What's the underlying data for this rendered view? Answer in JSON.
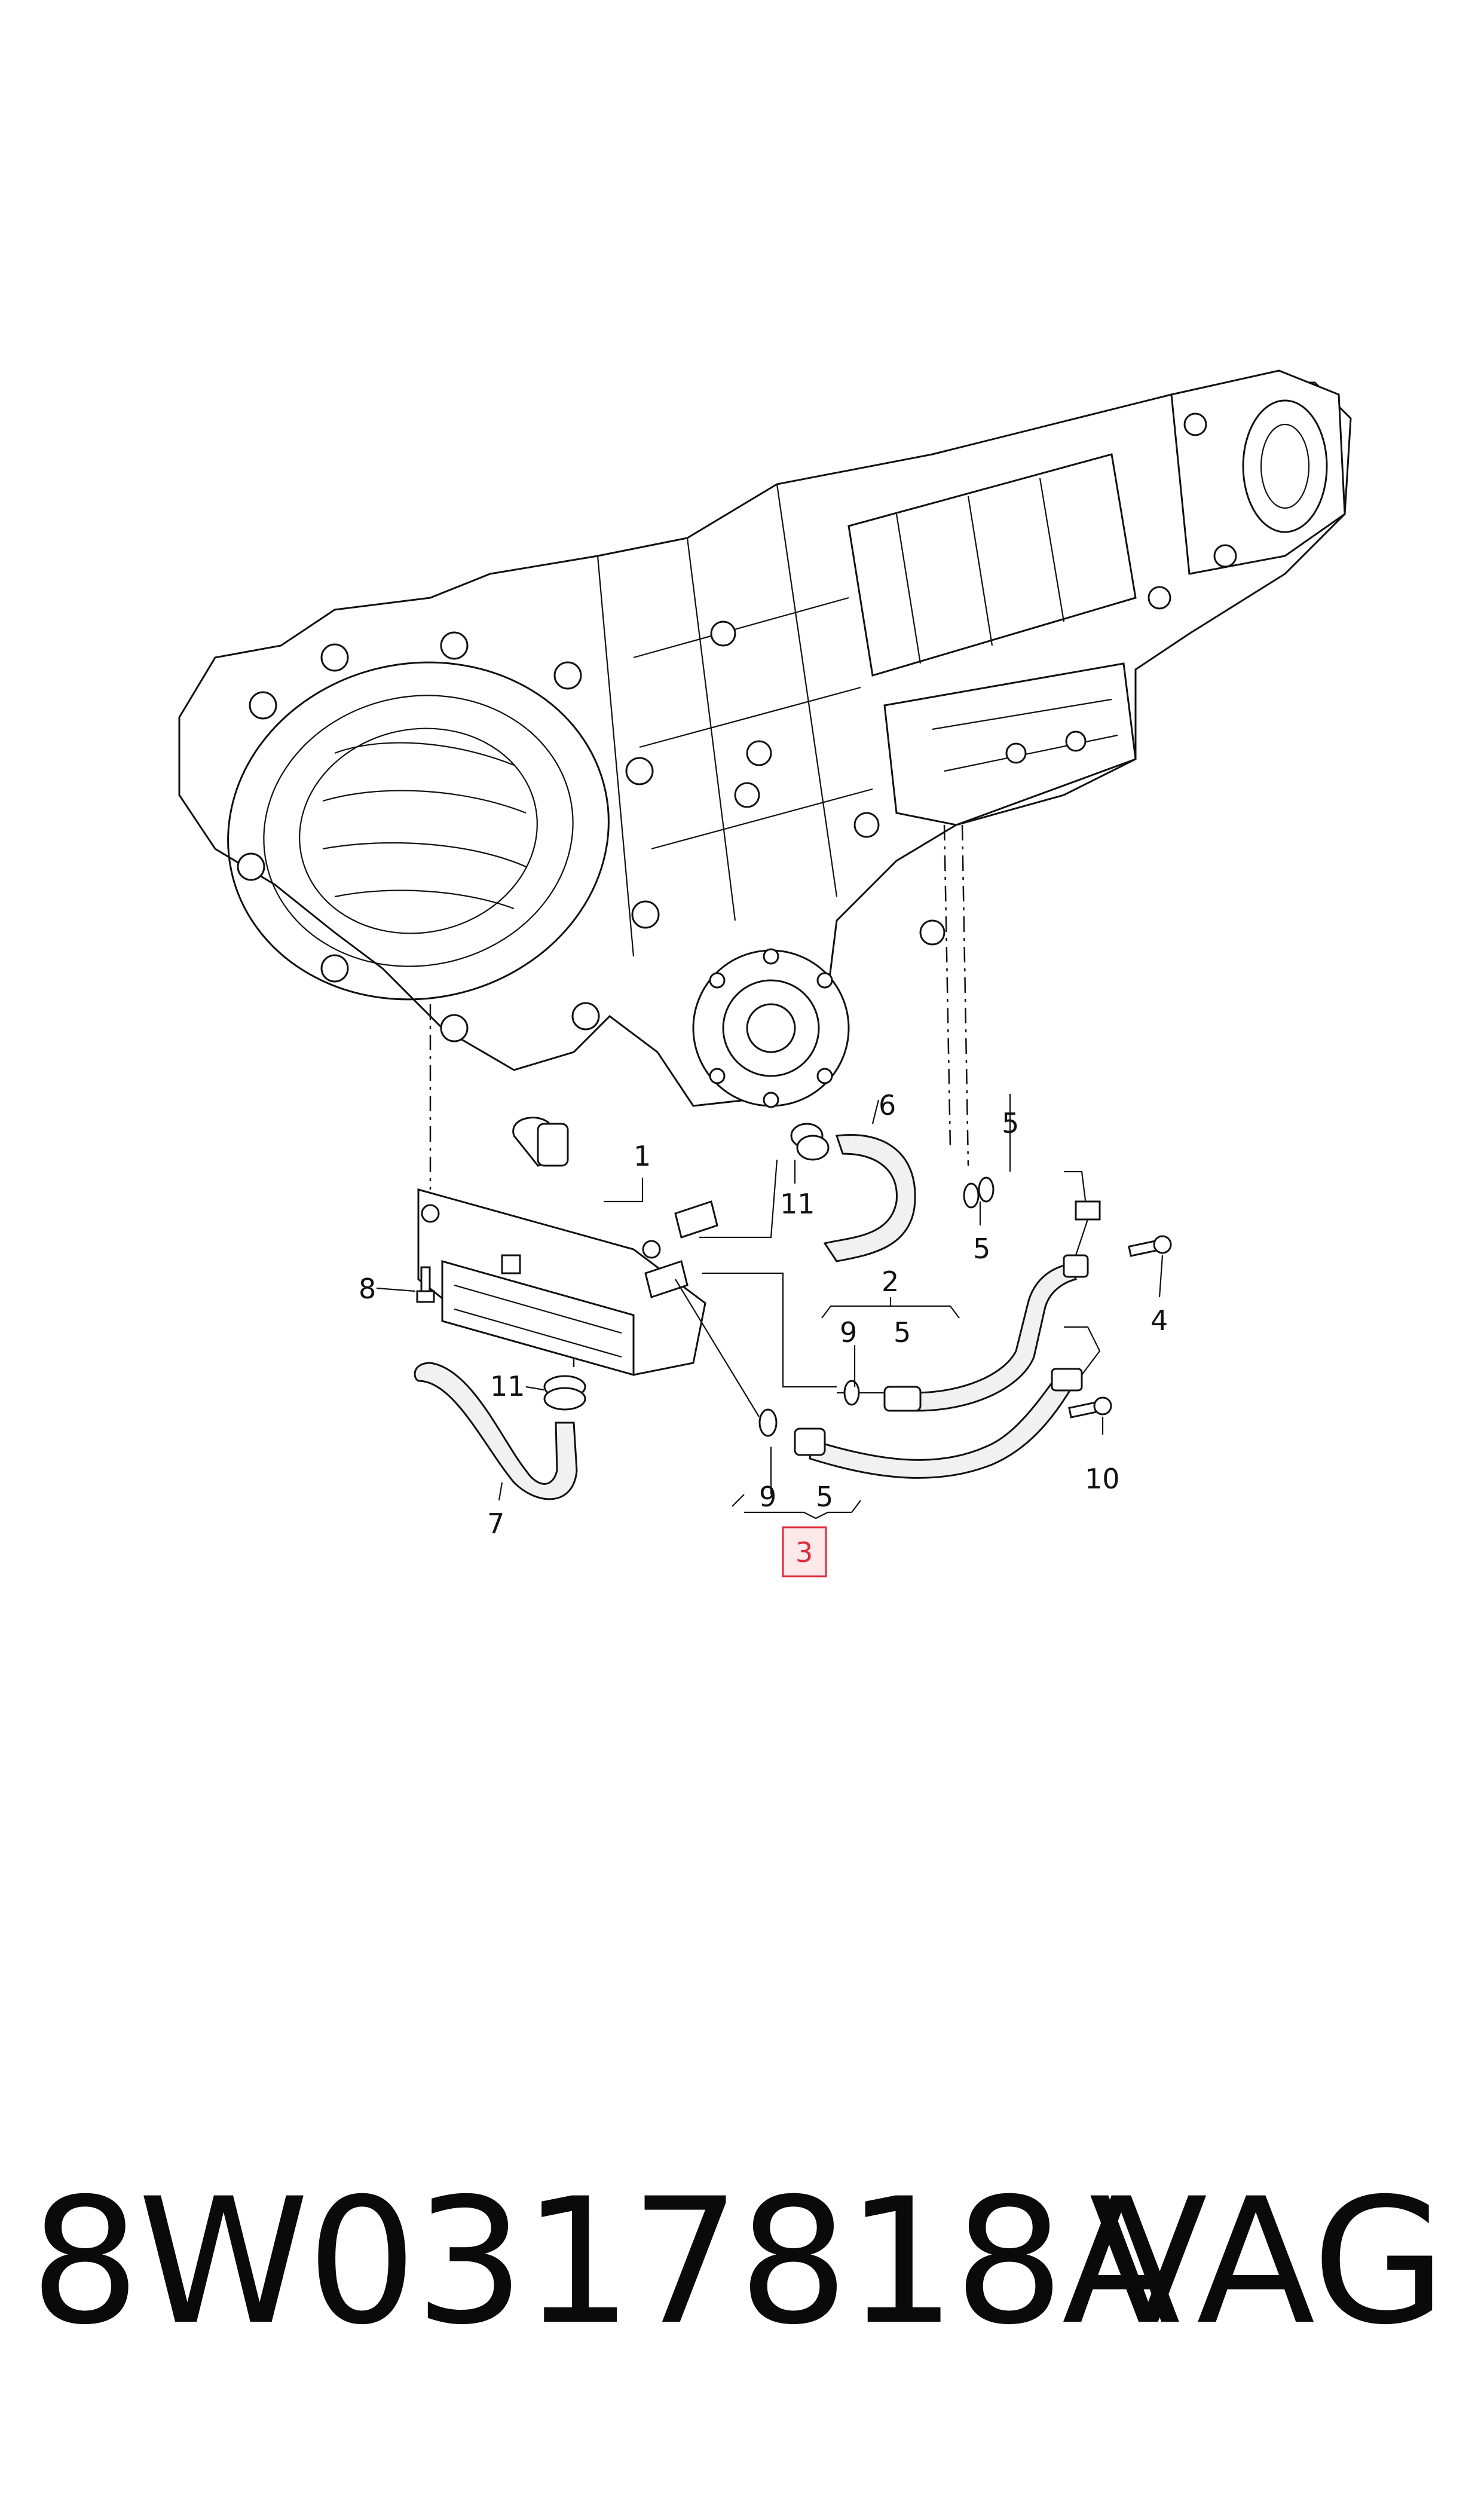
{
  "callouts": {
    "c1": "1",
    "c2": "2",
    "c3": "3",
    "c4": "4",
    "c5a": "5",
    "c5b": "5",
    "c5c": "5",
    "c5d": "5",
    "c6": "6",
    "c7": "7",
    "c8": "8",
    "c9a": "9",
    "c9b": "9",
    "c10": "10",
    "c11a": "11",
    "c11b": "11"
  },
  "highlight_color": "#e02b3a",
  "footer": {
    "part_number": "8W0317818A",
    "brand": "VAG"
  }
}
